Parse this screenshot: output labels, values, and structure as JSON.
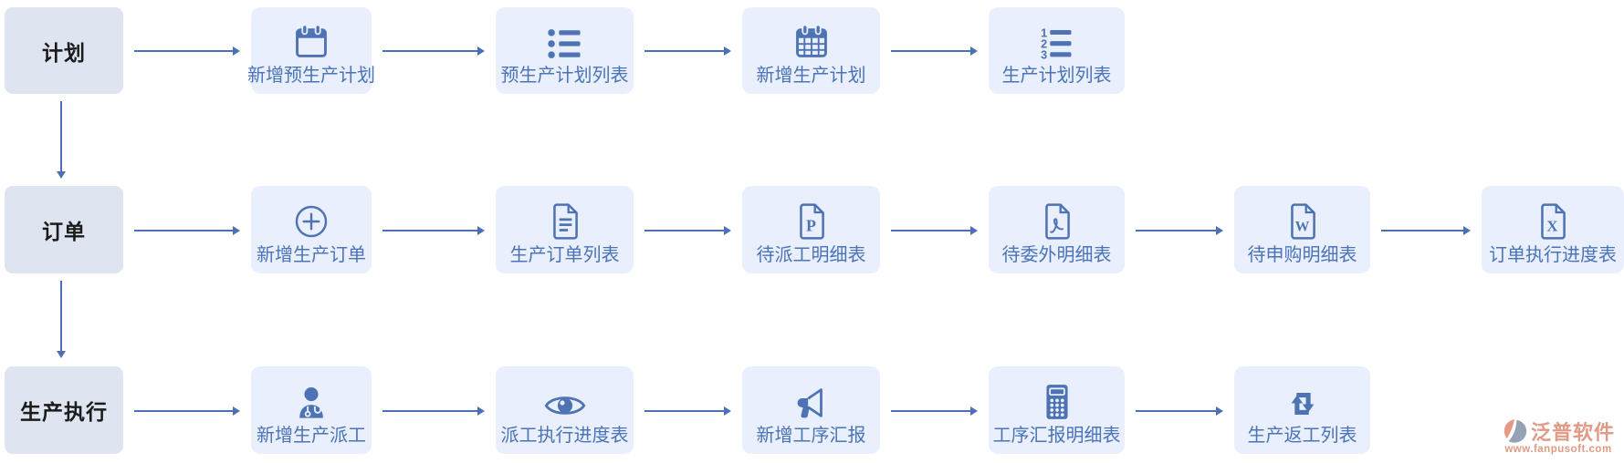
{
  "colors": {
    "accent_blue": "#4e73b4",
    "label_blue": "#4a73b8",
    "node_bg": "#e9effc",
    "stage_bg": "#dfe4f1",
    "stage_text": "#1b1b1b",
    "arrow_blue": "#4c70b4",
    "logo_salmon": "#e09a86",
    "logo_gray": "#97a1b4"
  },
  "rows": [
    {
      "stage": "计划",
      "items": [
        {
          "label": "新增预生产计划",
          "icon": "calendar-icon"
        },
        {
          "label": "预生产计划列表",
          "icon": "bullet-list-icon"
        },
        {
          "label": "新增生产计划",
          "icon": "calendar-grid-icon"
        },
        {
          "label": "生产计划列表",
          "icon": "numbered-list-icon"
        }
      ]
    },
    {
      "stage": "订单",
      "items": [
        {
          "label": "新增生产订单",
          "icon": "plus-circle-icon"
        },
        {
          "label": "生产订单列表",
          "icon": "document-icon"
        },
        {
          "label": "待派工明细表",
          "icon": "file-p-icon"
        },
        {
          "label": "待委外明细表",
          "icon": "file-pdf-icon"
        },
        {
          "label": "待申购明细表",
          "icon": "file-word-icon"
        },
        {
          "label": "订单执行进度表",
          "icon": "file-excel-icon"
        }
      ]
    },
    {
      "stage": "生产执行",
      "items": [
        {
          "label": "新增生产派工",
          "icon": "worker-icon"
        },
        {
          "label": "派工执行进度表",
          "icon": "eye-icon"
        },
        {
          "label": "新增工序汇报",
          "icon": "megaphone-icon"
        },
        {
          "label": "工序汇报明细表",
          "icon": "calculator-icon"
        },
        {
          "label": "生产返工列表",
          "icon": "rework-loop-icon"
        }
      ]
    }
  ],
  "watermark": {
    "brand": "泛普软件",
    "url": "www.fanpusoft.com"
  }
}
